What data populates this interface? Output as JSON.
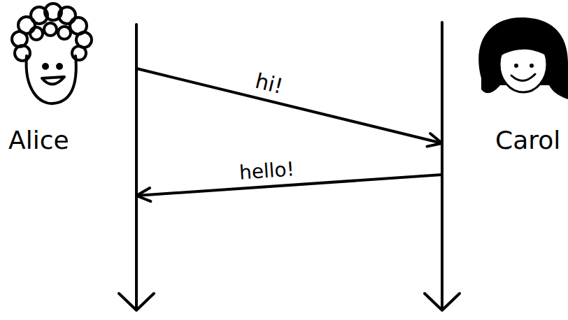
{
  "diagram": {
    "nodes": [
      {
        "text": [
          "Alice"
        ]
      },
      {
        "text": [
          "Carol"
        ]
      }
    ],
    "edges": [
      {
        "from": 0,
        "to": 1,
        "arrow": "to",
        "label": "hi!"
      },
      {
        "from": 1,
        "to": 0,
        "arrow": "to",
        "label": "hello!"
      }
    ]
  }
}
